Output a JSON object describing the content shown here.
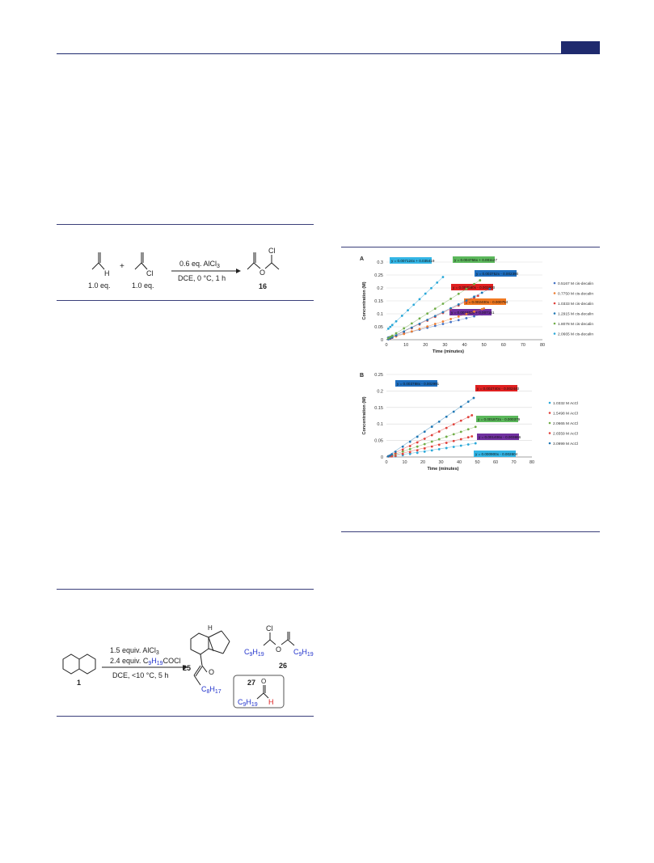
{
  "scheme1": {
    "reactant1_eq": "1.0 eq.",
    "reactant1_label": "H",
    "plus": "+",
    "reactant2_eq": "1.0 eq.",
    "reactant2_label": "Cl",
    "conditions_top": "0.6 eq. AlCl",
    "conditions_top_sub": "3",
    "conditions_bottom": "DCE, 0 °C, 1 h",
    "product_number": "16",
    "product_cl": "Cl",
    "product_o": "O"
  },
  "scheme2": {
    "start_number": "1",
    "cond1": "1.5 equiv. AlCl",
    "cond1_sub": "3",
    "cond2_a": "2.4 equiv. C",
    "cond2_sub1": "9",
    "cond2_b": "H",
    "cond2_sub2": "19",
    "cond2_c": "COCl",
    "cond3": "DCE, <10 °C, 5 h",
    "p25_number": "25",
    "p25_h": "H",
    "p25_o": "O",
    "p25_chain": "C",
    "p25_chain_sub1": "8",
    "p25_chain_h": "H",
    "p25_chain_sub2": "17",
    "p26_number": "26",
    "p26_cl": "Cl",
    "p26_left": "C",
    "p26_left_sub1": "9",
    "p26_left_h": "H",
    "p26_left_sub2": "19",
    "p26_o": "O",
    "p26_right": "C",
    "p26_right_sub1": "9",
    "p26_right_h": "H",
    "p26_right_sub2": "19",
    "p27_number": "27",
    "p27_o": "O",
    "p27_chain": "C",
    "p27_chain_sub1": "9",
    "p27_chain_h": "H",
    "p27_chain_sub2": "19",
    "p27_h": "H"
  },
  "colors": {
    "accent": "#1f2a6e",
    "blue_text": "#2233cc",
    "red_text": "#dd2222"
  },
  "chart_data": [
    {
      "panel_label": "A",
      "type": "scatter",
      "xlabel": "Time (minutes)",
      "ylabel": "Concentration (M)",
      "xlim": [
        0,
        80
      ],
      "ylim": [
        0,
        0.3
      ],
      "xticks": [
        0,
        10,
        20,
        30,
        40,
        50,
        60,
        70,
        80
      ],
      "yticks": [
        0,
        0.05,
        0.1,
        0.15,
        0.2,
        0.25,
        0.3
      ],
      "legend_position": "right",
      "series": [
        {
          "name": "0.5167 M cis-decalin",
          "color": "#4472c4",
          "slope": 0.00185,
          "intercept": 0.007161,
          "xmax": 50,
          "label": "y = 0.001850x + 0.007161",
          "label_color": "#7030a0"
        },
        {
          "name": "0.7750 M cis-decalin",
          "color": "#ed7d31",
          "slope": 0.0024,
          "intercept": 0.000754,
          "xmax": 50,
          "label": "y = 0.002400x - 0.000754",
          "label_color": "#f07820"
        },
        {
          "name": "1.0333 M cis-decalin",
          "color": "#e0403a",
          "slope": 0.00368,
          "intercept": -0.0036,
          "xmax": 47,
          "label": "y = 0.003680x - 0.003600",
          "label_color": "#e02020"
        },
        {
          "name": "1.2915 M cis-decalin",
          "color": "#1f77b4",
          "slope": 0.003752,
          "intercept": -0.00239,
          "xmax": 53,
          "label": "y = 0.003752x - 0.002390",
          "label_color": "#1f6fc0"
        },
        {
          "name": "1.8078 M cis-decalin",
          "color": "#70ad47",
          "slope": 0.004756,
          "intercept": 0.001127,
          "xmax": 48,
          "label": "y = 0.004756x + 0.001127",
          "label_color": "#5cb85c"
        },
        {
          "name": "2.0665 M cis-decalin",
          "color": "#2aa8d8",
          "slope": 0.007124,
          "intercept": 0.035419,
          "xmax": 29,
          "label": "y = 0.007124x + 0.035419",
          "label_color": "#33b5e5"
        }
      ]
    },
    {
      "panel_label": "B",
      "type": "scatter",
      "xlabel": "Time (minutes)",
      "ylabel": "Concentration (M)",
      "xlim": [
        0,
        80
      ],
      "ylim": [
        0,
        0.25
      ],
      "xticks": [
        0,
        10,
        20,
        30,
        40,
        50,
        60,
        70,
        80
      ],
      "yticks": [
        0,
        0.05,
        0.1,
        0.15,
        0.2,
        0.25
      ],
      "legend_position": "right",
      "series": [
        {
          "name": "1.0332 M AcCl",
          "color": "#2aa8d8",
          "slope": 0.0009,
          "intercept": -0.002604,
          "xmax": 49,
          "label": "y = 0.000900x - 0.002604",
          "label_color": "#33b5e5"
        },
        {
          "name": "1.5498 M AcCl",
          "color": "#e0403a",
          "slope": 0.001406,
          "intercept": -0.003656,
          "xmax": 47,
          "label": "y = 0.001406x - 0.003656",
          "label_color": "#7030a0"
        },
        {
          "name": "2.0665 M AcCl",
          "color": "#70ad47",
          "slope": 0.001872,
          "intercept": -0.000379,
          "xmax": 49,
          "label": "y = 0.001872x - 0.000379",
          "label_color": "#5cb85c"
        },
        {
          "name": "2.6559 M AcCl",
          "color": "#e0403a",
          "slope": 0.00274,
          "intercept": -0.00244,
          "xmax": 47,
          "label": "y = 0.002740x - 0.002440",
          "label_color": "#e02020"
        },
        {
          "name": "3.0999 M AcCl",
          "color": "#1f77b4",
          "slope": 0.003788,
          "intercept": -0.002991,
          "xmax": 48,
          "label": "y = 0.003788x - 0.002991",
          "label_color": "#1f6fc0"
        }
      ]
    }
  ]
}
